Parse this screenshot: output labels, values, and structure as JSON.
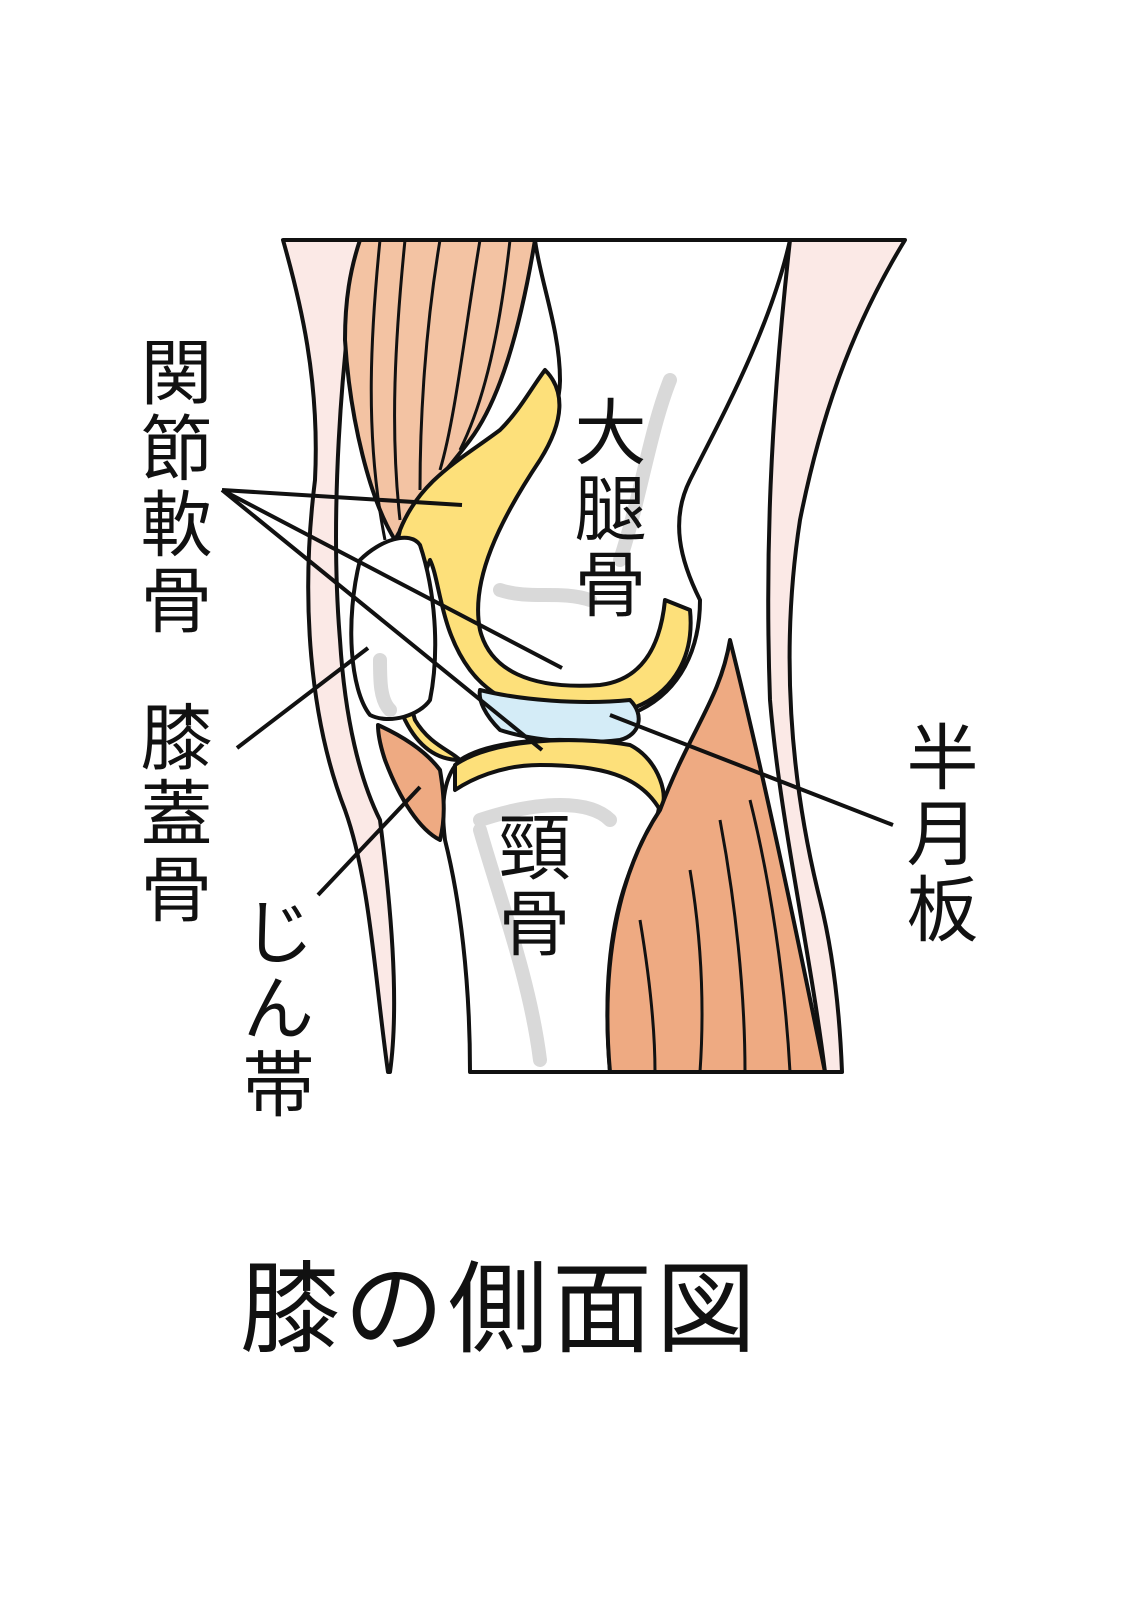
{
  "labels": {
    "articular_cartilage": "関節軟骨",
    "patella": "膝蓋骨",
    "ligament": "じん帯",
    "femur": "大腿骨",
    "tibia": "頸骨",
    "meniscus": "半月板"
  },
  "title": "膝の側面図",
  "colors": {
    "skin": "#fbe9e6",
    "muscle": "#eeaa82",
    "cartilage": "#fde07a",
    "meniscus": "#d4ecf7",
    "bone": "#ffffff",
    "marrow": "#d9d9d9",
    "outline": "#111111"
  }
}
